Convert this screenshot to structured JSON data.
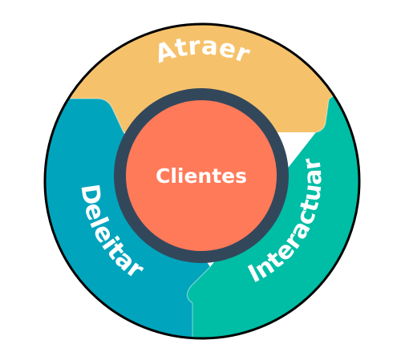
{
  "diagram": {
    "center": {
      "label": "Clientes"
    },
    "segments": [
      {
        "id": "atraer",
        "label": "Atraer"
      },
      {
        "id": "interactuar",
        "label": "Interactuar"
      },
      {
        "id": "deleitar",
        "label": "Deleitar"
      }
    ]
  },
  "colors": {
    "atraer": "#F5C26B",
    "interactuar": "#00BDA5",
    "deleitar": "#00A4BD",
    "center": "#FF7A59",
    "hub_ring": "#33475B",
    "outline": "#000000",
    "label_text": "#FFFFFF"
  }
}
